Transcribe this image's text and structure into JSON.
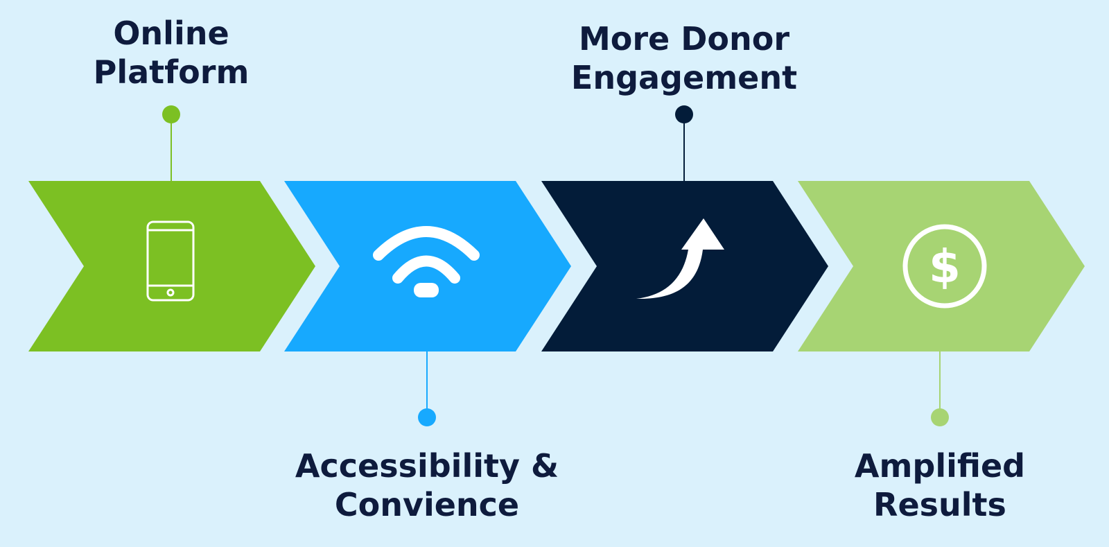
{
  "steps": [
    {
      "id": "online-platform",
      "label_lines": [
        "Online",
        "Platform"
      ],
      "label_position": "top",
      "icon": "smartphone-icon",
      "color": "#7cc023",
      "connector_color": "#7cc023"
    },
    {
      "id": "accessibility-convenience",
      "label_lines": [
        "Accessibility &",
        "Convience"
      ],
      "label_position": "bottom",
      "icon": "wifi-icon",
      "color": "#17a9fe",
      "connector_color": "#17a9fe"
    },
    {
      "id": "more-donor-engagement",
      "label_lines": [
        "More Donor",
        "Engagement"
      ],
      "label_position": "top",
      "icon": "upward-curved-arrow-icon",
      "color": "#031c39",
      "connector_color": "#031c39"
    },
    {
      "id": "amplified-results",
      "label_lines": [
        "Amplified",
        "Results"
      ],
      "label_position": "bottom",
      "icon": "dollar-coin-icon",
      "color": "#a7d473",
      "connector_color": "#a7d473"
    }
  ],
  "colors": {
    "background": "#daf1fc",
    "text": "#0e1b3d",
    "icon": "#ffffff"
  }
}
